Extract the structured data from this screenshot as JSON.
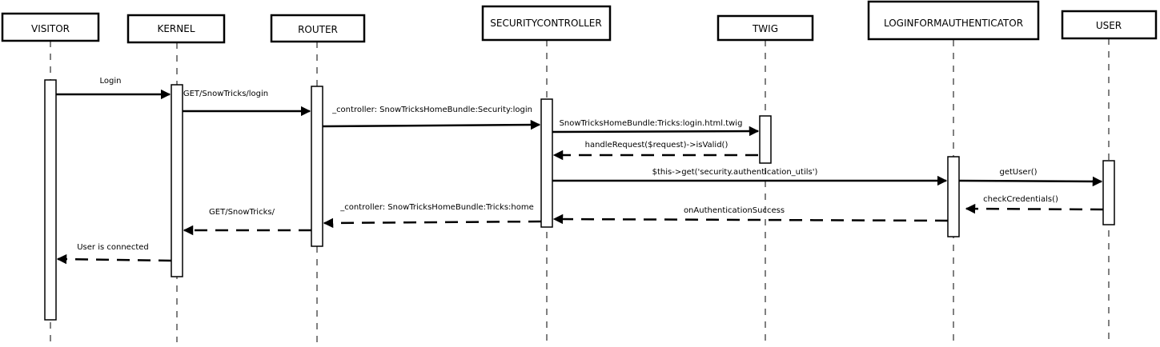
{
  "participants": [
    {
      "id": "visitor",
      "label": "VISITOR"
    },
    {
      "id": "kernel",
      "label": "KERNEL"
    },
    {
      "id": "router",
      "label": "ROUTER"
    },
    {
      "id": "security",
      "label": "SECURITYCONTROLLER"
    },
    {
      "id": "twig",
      "label": "TWIG"
    },
    {
      "id": "auth",
      "label": "LOGINFORMAUTHENTICATOR"
    },
    {
      "id": "user",
      "label": "USER"
    }
  ],
  "messages": [
    {
      "label": "Login",
      "from": "visitor",
      "to": "kernel",
      "style": "solid"
    },
    {
      "label": "GET/SnowTricks/login",
      "from": "kernel",
      "to": "router",
      "style": "solid"
    },
    {
      "label": "_controller: SnowTricksHomeBundle:Security:login",
      "from": "router",
      "to": "security",
      "style": "solid"
    },
    {
      "label": "SnowTricksHomeBundle:Tricks:login.html.twig",
      "from": "security",
      "to": "twig",
      "style": "solid"
    },
    {
      "label": "handleRequest($request)->isValid()",
      "from": "twig",
      "to": "security",
      "style": "dashed"
    },
    {
      "label": "$this->get('security.authentication_utils')",
      "from": "security",
      "to": "auth",
      "style": "solid"
    },
    {
      "label": "getUser()",
      "from": "auth",
      "to": "user",
      "style": "solid"
    },
    {
      "label": "checkCredentials()",
      "from": "user",
      "to": "auth",
      "style": "dashed"
    },
    {
      "label": "onAuthenticationSuccess",
      "from": "auth",
      "to": "security",
      "style": "dashed"
    },
    {
      "label": "_controller: SnowTricksHomeBundle:Tricks:home",
      "from": "security",
      "to": "router",
      "style": "dashed"
    },
    {
      "label": "GET/SnowTricks/",
      "from": "router",
      "to": "kernel",
      "style": "dashed"
    },
    {
      "label": "User is connected",
      "from": "kernel",
      "to": "visitor",
      "style": "dashed"
    }
  ]
}
